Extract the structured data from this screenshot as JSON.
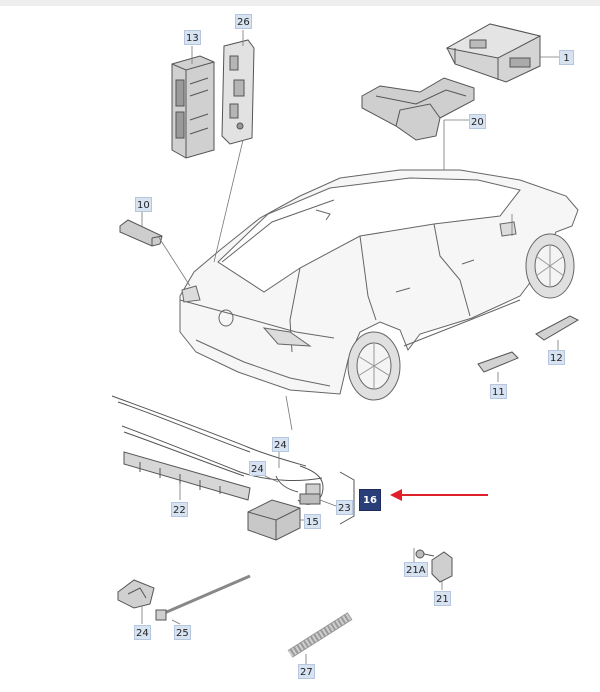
{
  "colors": {
    "callout_bg": "#d8e3f2",
    "callout_highlight_bg": "#2a3f7a",
    "arrow": "#e0202a",
    "part_fill": "#d9d9d9",
    "part_stroke": "#555555"
  },
  "callouts": {
    "c1": "1",
    "c10": "10",
    "c11": "11",
    "c12": "12",
    "c13": "13",
    "c15": "15",
    "c16": "16",
    "c20": "20",
    "c21": "21",
    "c21a": "21A",
    "c22": "22",
    "c23": "23",
    "c24a": "24",
    "c24b": "24",
    "c24c": "24",
    "c25": "25",
    "c26": "26",
    "c27": "27"
  }
}
